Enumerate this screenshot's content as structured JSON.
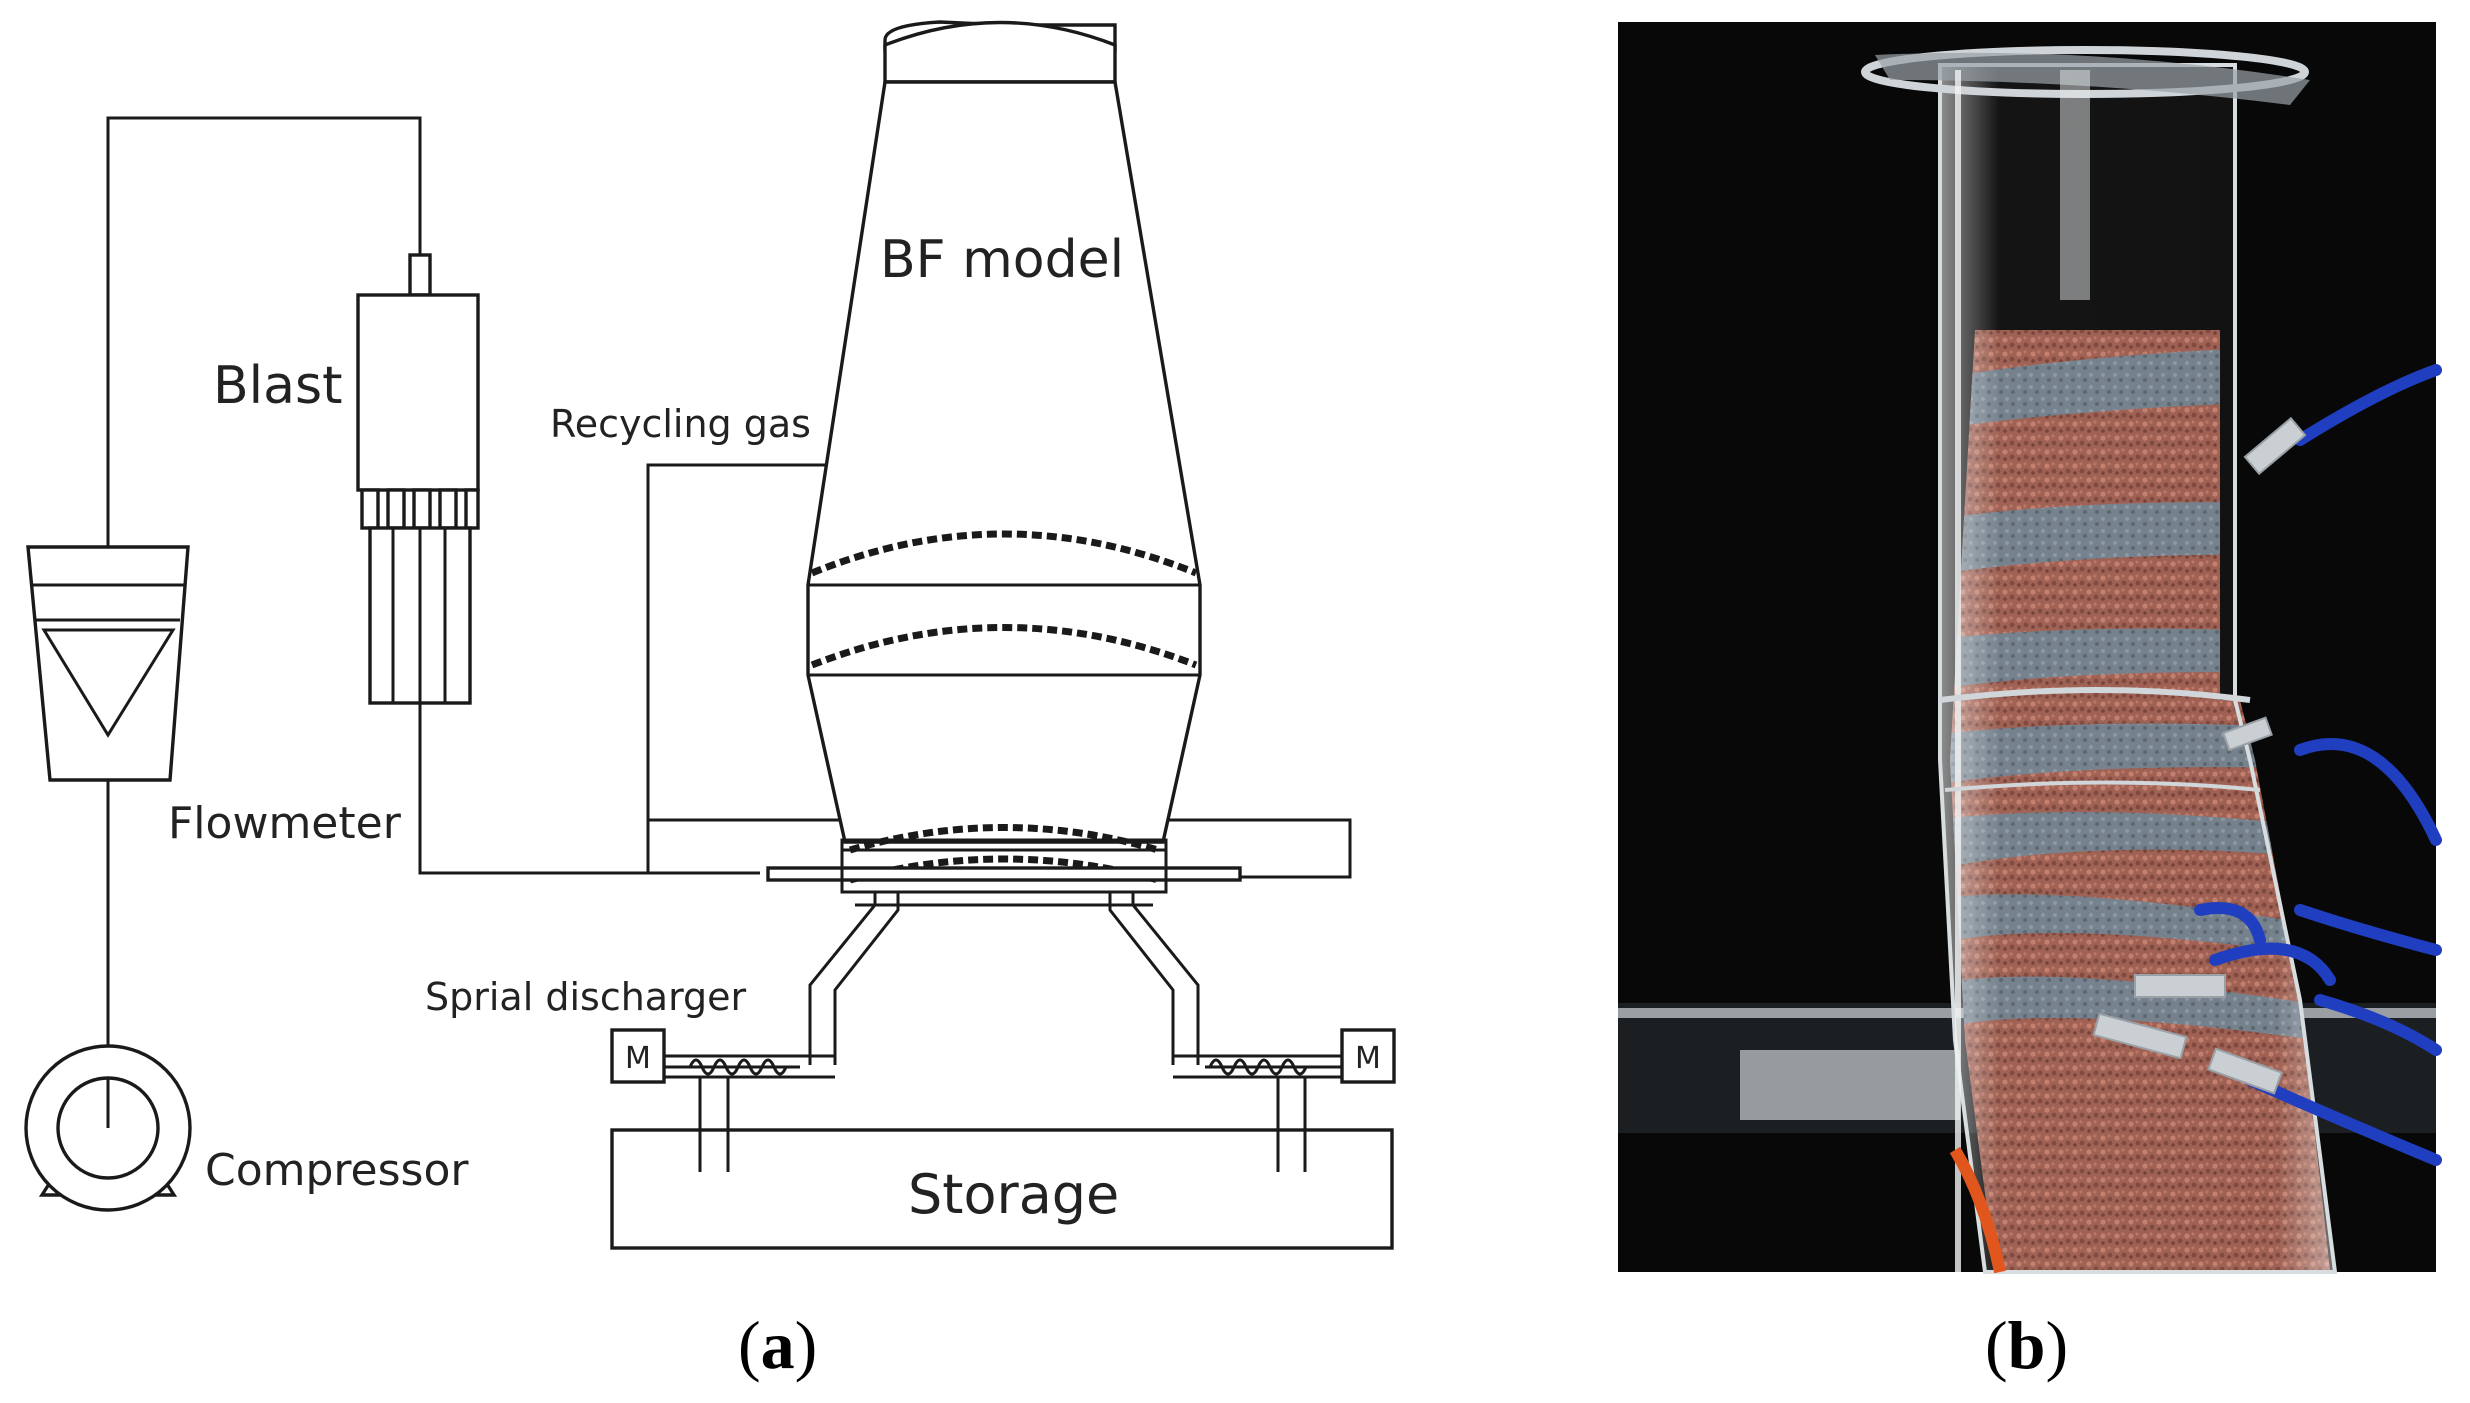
{
  "panel_a": {
    "labels": {
      "bf_model": "BF model",
      "blast": "Blast",
      "recycling_gas": "Recycling gas",
      "flowmeter": "Flowmeter",
      "spiral_discharger": "Sprial discharger",
      "compressor": "Compressor",
      "storage": "Storage",
      "motor_left": "M",
      "motor_right": "M"
    },
    "caption": {
      "open": "(",
      "letter": "a",
      "close": ")"
    }
  },
  "panel_b": {
    "caption": {
      "open": "(",
      "letter": "b",
      "close": ")"
    }
  },
  "colors": {
    "burden_ore": "#9a5a4c",
    "burden_coke": "#6f7c88",
    "background_photo": "#080808",
    "tube_blue": "#1f3fc0",
    "tube_orange": "#e0561c"
  }
}
